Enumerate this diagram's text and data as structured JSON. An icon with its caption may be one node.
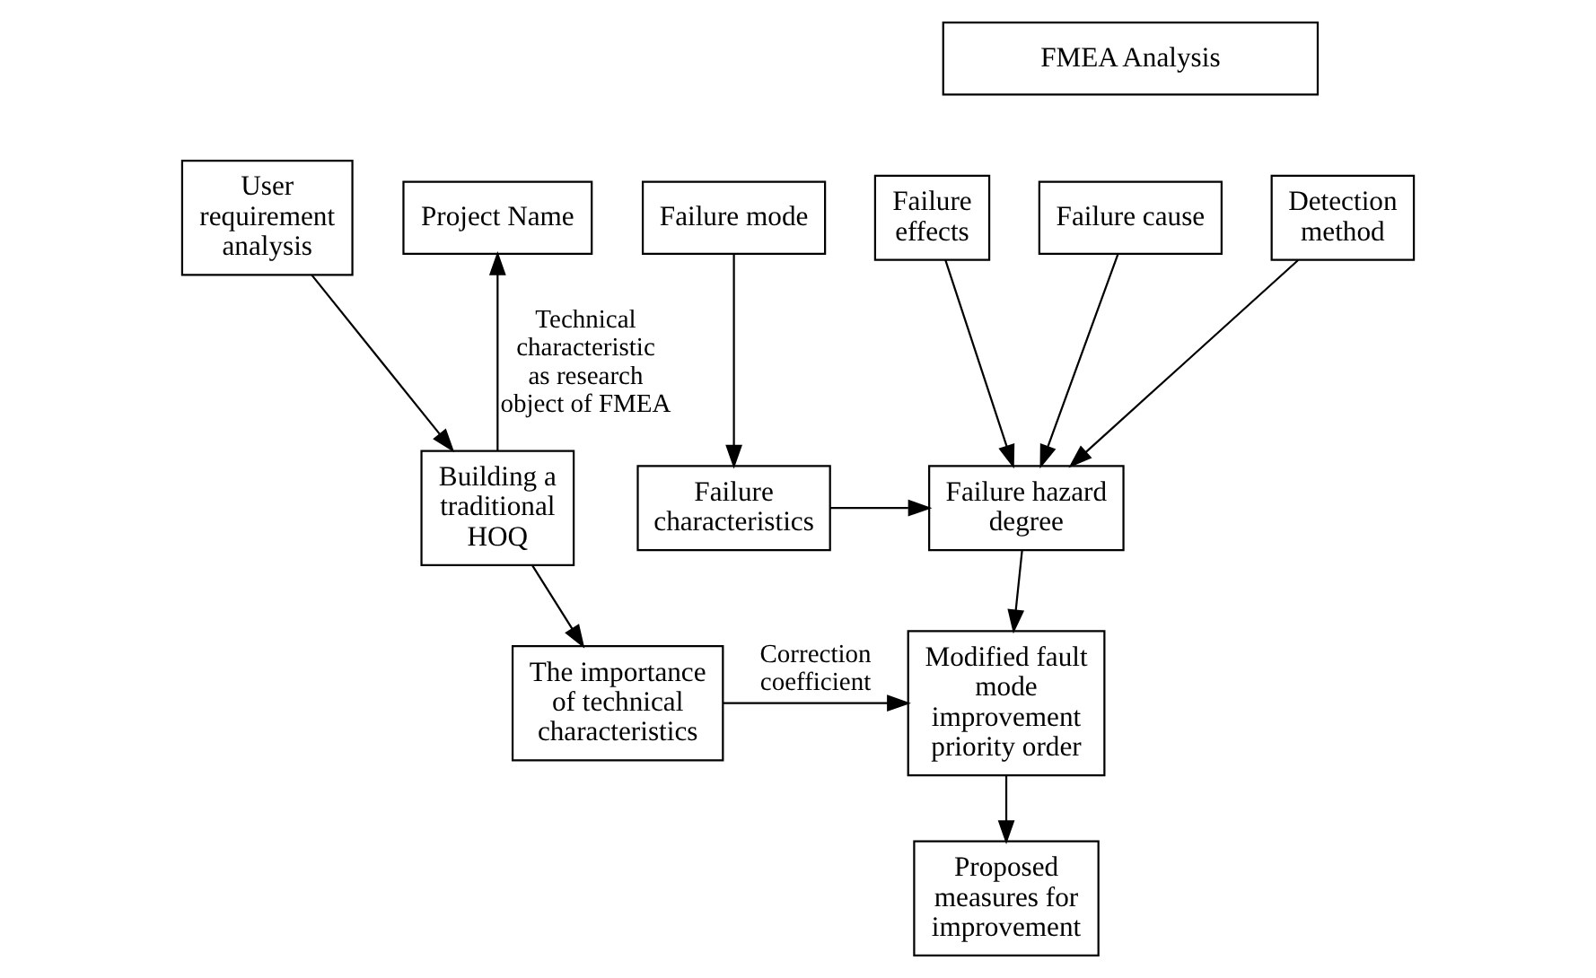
{
  "diagram": {
    "nodes": [
      {
        "text": [
          "User requirement analysis"
        ]
      },
      {
        "text": [
          "Building a traditional HOQ"
        ]
      },
      {
        "text": [
          "Project Name"
        ]
      },
      {
        "text": [
          "The importance of technical characteristics"
        ]
      },
      {
        "text": [
          "Failure mode"
        ]
      },
      {
        "text": [
          "Failure characteristics"
        ]
      },
      {
        "text": [
          "FMEA Analysis"
        ]
      },
      {
        "text": [
          "Failure effects"
        ]
      },
      {
        "text": [
          "Failure cause"
        ]
      },
      {
        "text": [
          "Detection method"
        ]
      },
      {
        "text": [
          "Failure hazard degree"
        ]
      },
      {
        "text": [
          "Modified fault mode improvement priority order"
        ]
      },
      {
        "text": [
          "Proposed measures for improvement"
        ]
      }
    ],
    "edges": [
      {
        "from": 0,
        "to": 1,
        "arrow": "to"
      },
      {
        "from": 1,
        "to": 2,
        "arrow": "to",
        "label": "Technical characteristic as research object of FMEA"
      },
      {
        "from": 1,
        "to": 3,
        "arrow": "to"
      },
      {
        "from": 4,
        "to": 5,
        "arrow": "to"
      },
      {
        "from": 5,
        "to": 10,
        "arrow": "to"
      },
      {
        "from": 7,
        "to": 10,
        "arrow": "to"
      },
      {
        "from": 8,
        "to": 10,
        "arrow": "to"
      },
      {
        "from": 9,
        "to": 10,
        "arrow": "to"
      },
      {
        "from": 10,
        "to": 11,
        "arrow": "to"
      },
      {
        "from": 3,
        "to": 11,
        "arrow": "to",
        "label": "Correction coefficient"
      },
      {
        "from": 11,
        "to": 12,
        "arrow": "to"
      }
    ]
  }
}
